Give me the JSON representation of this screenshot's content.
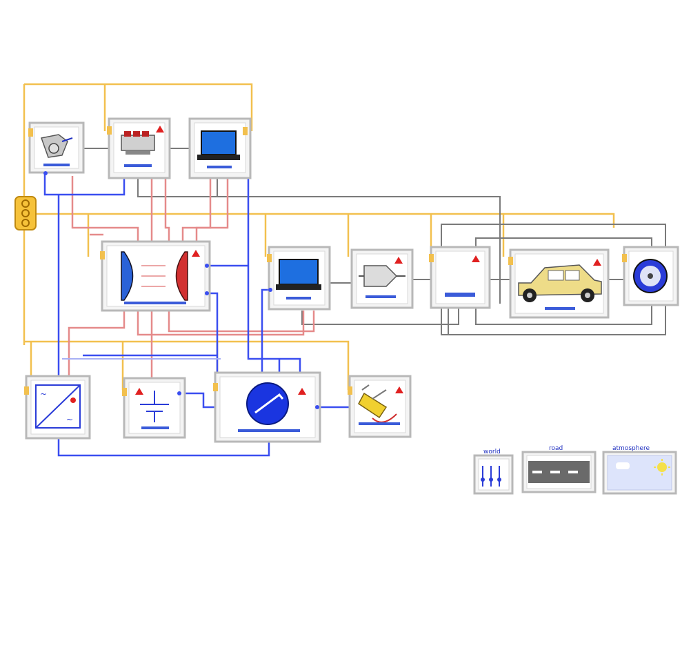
{
  "diagram": {
    "colors": {
      "gold": "#f2c04e",
      "blue": "#3a4ef0",
      "red": "#e58a8a",
      "gray": "#707070",
      "bus": "#f0a020"
    },
    "labels": {
      "world": "world",
      "road": "road",
      "atmosphere": "atmosphere"
    }
  }
}
